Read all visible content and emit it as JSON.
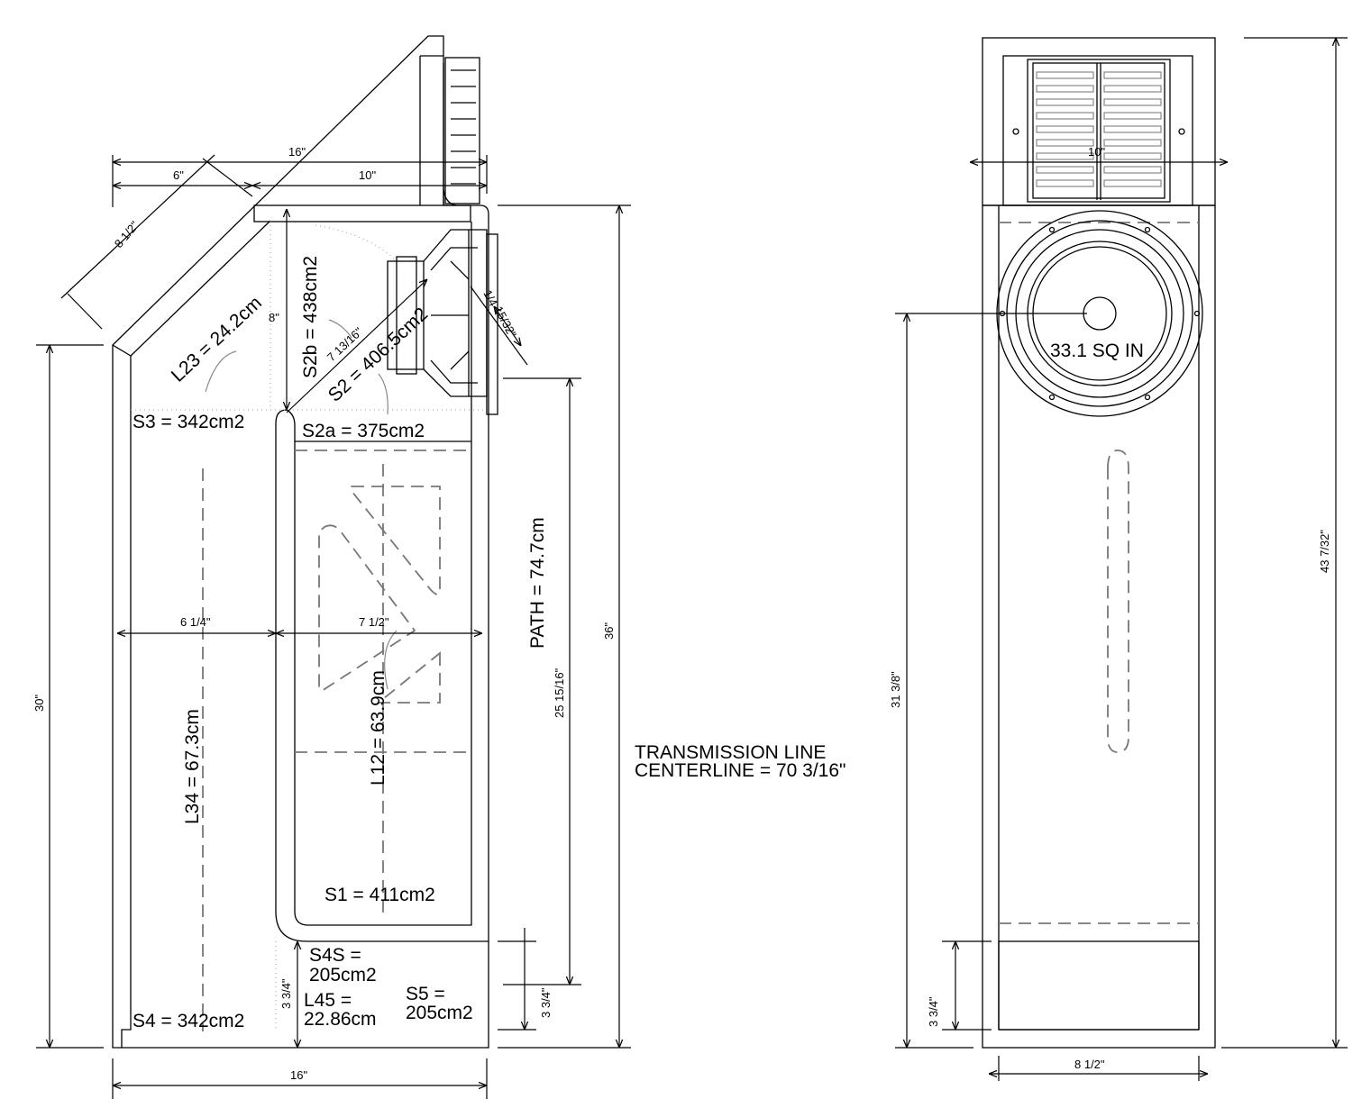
{
  "side_view": {
    "labels": {
      "l23": "L23 = 24.2cm",
      "s2b": "S2b = 438cm2",
      "s2": "S2 = 406.5cm2",
      "s3": "S3 = 342cm2",
      "s2a": "S2a = 375cm2",
      "l34": "L34 = 67.3cm",
      "l12": "L12 = 63.9cm",
      "s1": "S1 = 411cm2",
      "s4s_line1": "S4S =",
      "s4s_line2": "205cm2",
      "l45_line1": "L45 =",
      "l45_line2": "22.86cm",
      "s5_line1": "S5 =",
      "s5_line2": "205cm2",
      "s4": "S4 = 342cm2",
      "path": "PATH = 74.7cm"
    },
    "dimensions": {
      "top_width": "16\"",
      "slant_run": "6\"",
      "top_flat": "10\"",
      "slant_length": "8 1/2\"",
      "left_chamber": "6 1/4\"",
      "right_chamber": "7 1/2\"",
      "left_height": "30\"",
      "total_height": "36\"",
      "path_height": "25 15/16\"",
      "bottom_width": "16\"",
      "foot_left": "3 3/4\"",
      "foot_right": "3 3/4\"",
      "baffle_angle": "8\"",
      "driver_diag": "7 13/16\"",
      "driver_depth": "15/32\"",
      "small_mark": "1/4"
    }
  },
  "front_view": {
    "labels": {
      "port_area": "33.1 SQ IN"
    },
    "dimensions": {
      "top_width": "10\"",
      "height_to_driver": "31 3/8\"",
      "total_height": "43 7/32\"",
      "foot_height": "3 3/4\"",
      "bottom_width": "8 1/2\""
    }
  },
  "note": {
    "line1": "TRANSMISSION LINE",
    "line2": "CENTERLINE = 70 3/16\""
  }
}
